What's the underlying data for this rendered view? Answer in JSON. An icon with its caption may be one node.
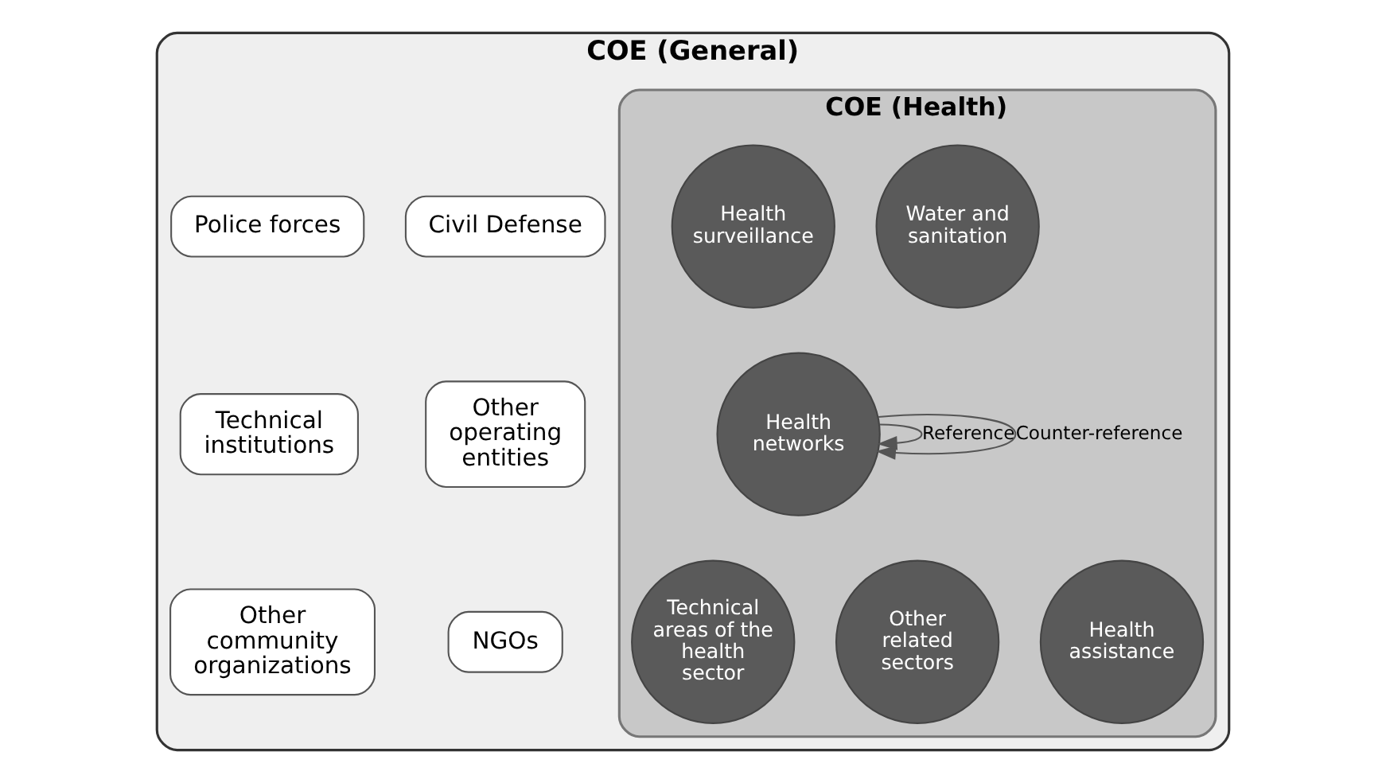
{
  "diagram": {
    "nodes": [
      {
        "text": [
          "COE (General)"
        ]
      },
      {
        "text": [
          "COE (Health)"
        ],
        "in": 0
      },
      {
        "text": [
          "Civil Defense"
        ],
        "in": 0
      },
      {
        "text": [
          "Police forces"
        ],
        "in": 0
      },
      {
        "text": [
          "Other operating entities"
        ],
        "in": 0
      },
      {
        "text": [
          "Technical institutions"
        ],
        "in": 0
      },
      {
        "text": [
          "NGOs"
        ],
        "in": 0
      },
      {
        "text": [
          "Other community organizations"
        ],
        "in": 0
      },
      {
        "text": [
          "Water and sanitation"
        ],
        "in": 1
      },
      {
        "text": [
          "Health surveillance"
        ],
        "in": 1
      },
      {
        "text": [
          "Health networks"
        ],
        "in": 1
      },
      {
        "text": [
          "Technical areas of the health sector"
        ],
        "in": 1
      },
      {
        "text": [
          "Other related sectors"
        ],
        "in": 1
      },
      {
        "text": [
          "Health assistance"
        ],
        "in": 1
      }
    ],
    "edges": [
      {
        "from": 10,
        "to": 10,
        "arrow": "to",
        "label": "Reference"
      },
      {
        "from": 10,
        "to": 10,
        "arrow": "to",
        "label": "Counter-reference"
      }
    ]
  }
}
